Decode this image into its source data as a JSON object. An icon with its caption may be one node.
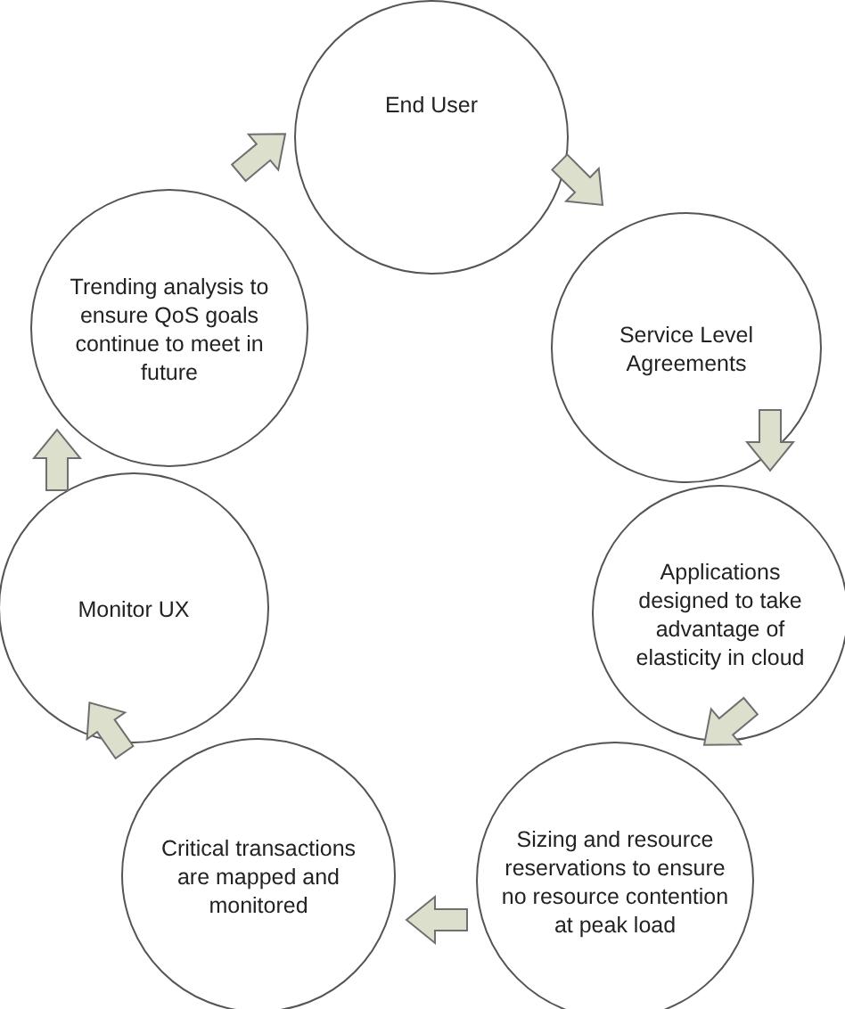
{
  "diagram": {
    "nodes": [
      {
        "text": [
          "End User"
        ]
      },
      {
        "text": [
          "Service Level Agreements"
        ]
      },
      {
        "text": [
          "Applications designed to take advantage of elasticity in cloud"
        ]
      },
      {
        "text": [
          "Sizing and resource reservations to ensure no resource contention at peak load"
        ]
      },
      {
        "text": [
          "Critical transactions are mapped and monitored"
        ]
      },
      {
        "text": [
          "Monitor UX"
        ]
      },
      {
        "text": [
          "Trending analysis to ensure QoS goals continue to meet in future"
        ]
      }
    ],
    "edges": [
      {
        "from": 0,
        "to": 1,
        "arrow": "to"
      },
      {
        "from": 1,
        "to": 2,
        "arrow": "to"
      },
      {
        "from": 2,
        "to": 3,
        "arrow": "to"
      },
      {
        "from": 3,
        "to": 4,
        "arrow": "to"
      },
      {
        "from": 4,
        "to": 5,
        "arrow": "to"
      },
      {
        "from": 5,
        "to": 6,
        "arrow": "to"
      },
      {
        "from": 6,
        "to": 0,
        "arrow": "to"
      }
    ]
  }
}
